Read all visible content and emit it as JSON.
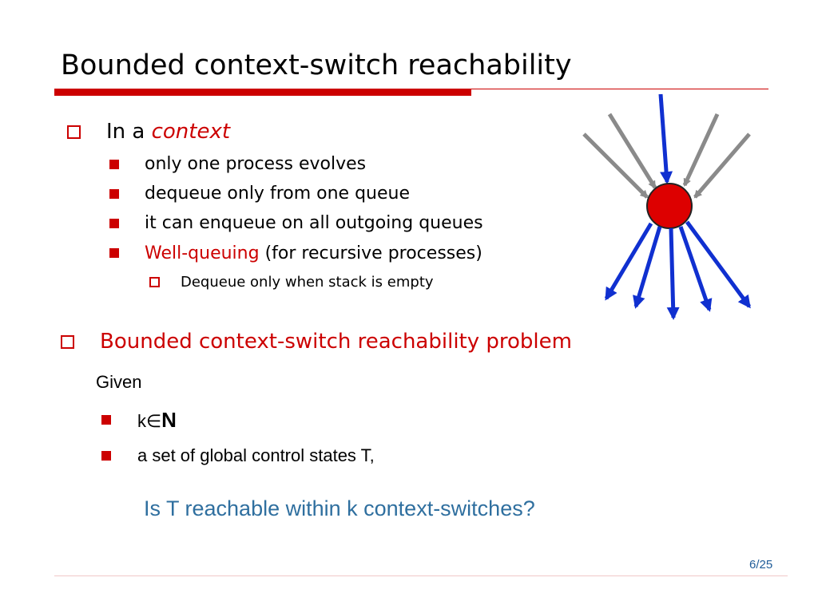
{
  "slide": {
    "title": "Bounded context-switch reachability",
    "page_number": "6/25"
  },
  "section1": {
    "heading_prefix": "In a ",
    "heading_emph": "context",
    "bullets": [
      "only one process evolves",
      "dequeue only from one queue",
      "it can enqueue on all outgoing queues"
    ],
    "wellq_red": "Well-queuing",
    "wellq_rest": " (for recursive processes)",
    "sub": "Dequeue only when stack is empty"
  },
  "section2": {
    "heading": "Bounded context-switch reachability problem",
    "given": "Given",
    "k_prefix": "k∈",
    "k_set": "N",
    "states": "a set of global control states T,",
    "question": "Is T reachable within k context-switches?"
  },
  "colors": {
    "accent_red": "#cc0000",
    "node_red": "#dd0000",
    "arrow_gray": "#8a8a8a",
    "arrow_blue": "#1030d0",
    "question_blue": "#2f6f9f"
  }
}
